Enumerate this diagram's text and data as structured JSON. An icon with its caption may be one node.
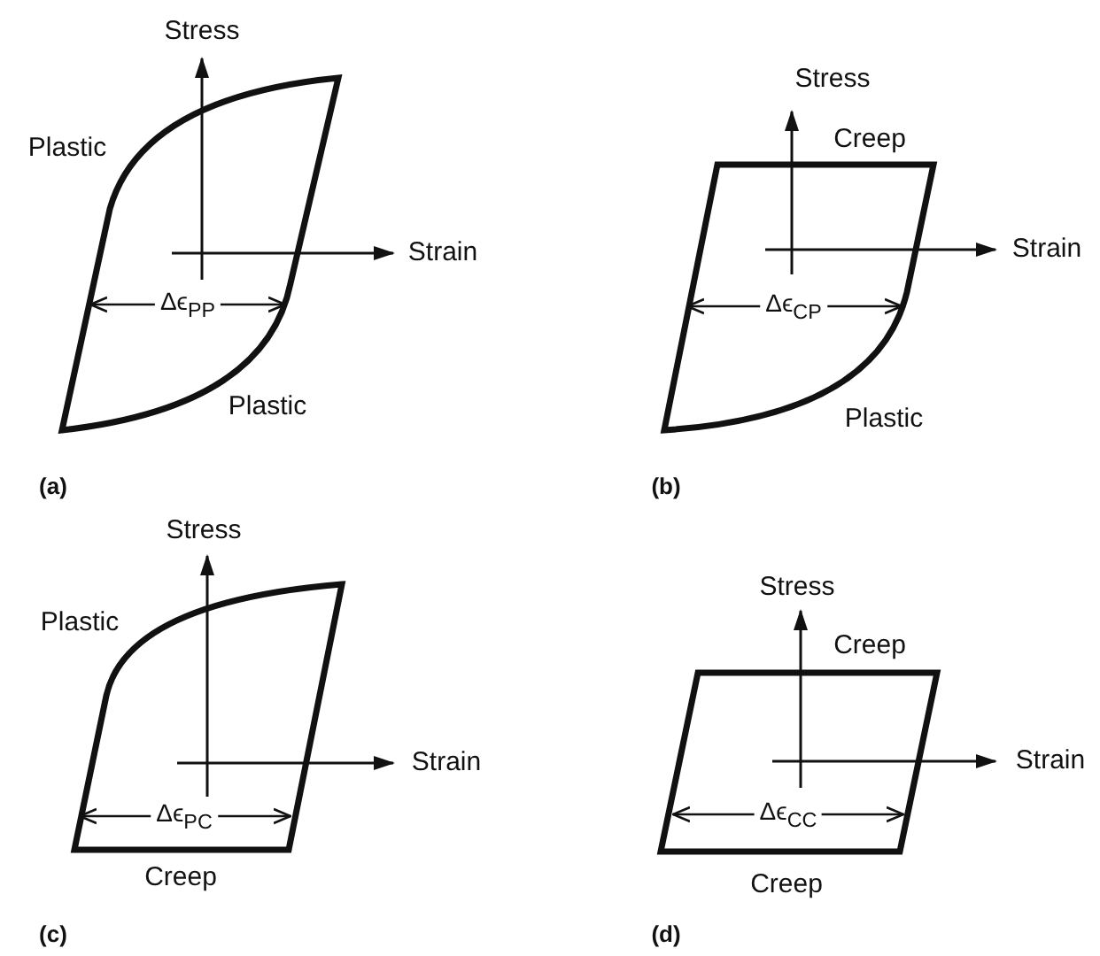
{
  "diagram": {
    "labels": [
      "Stress",
      "Plastic",
      "Strain",
      "Δϵ$_{PP}$",
      "Plastic",
      "(a)",
      "Stress",
      "Creep",
      "Strain",
      "Δϵ$_{CP}$",
      "Plastic",
      "(b)",
      "Stress",
      "Plastic",
      "Strain",
      "Δϵ$_{PC}$",
      "Creep",
      "(c)",
      "Stress",
      "Creep",
      "Strain",
      "Δϵ$_{CC}$",
      "Creep",
      "(d)"
    ]
  }
}
